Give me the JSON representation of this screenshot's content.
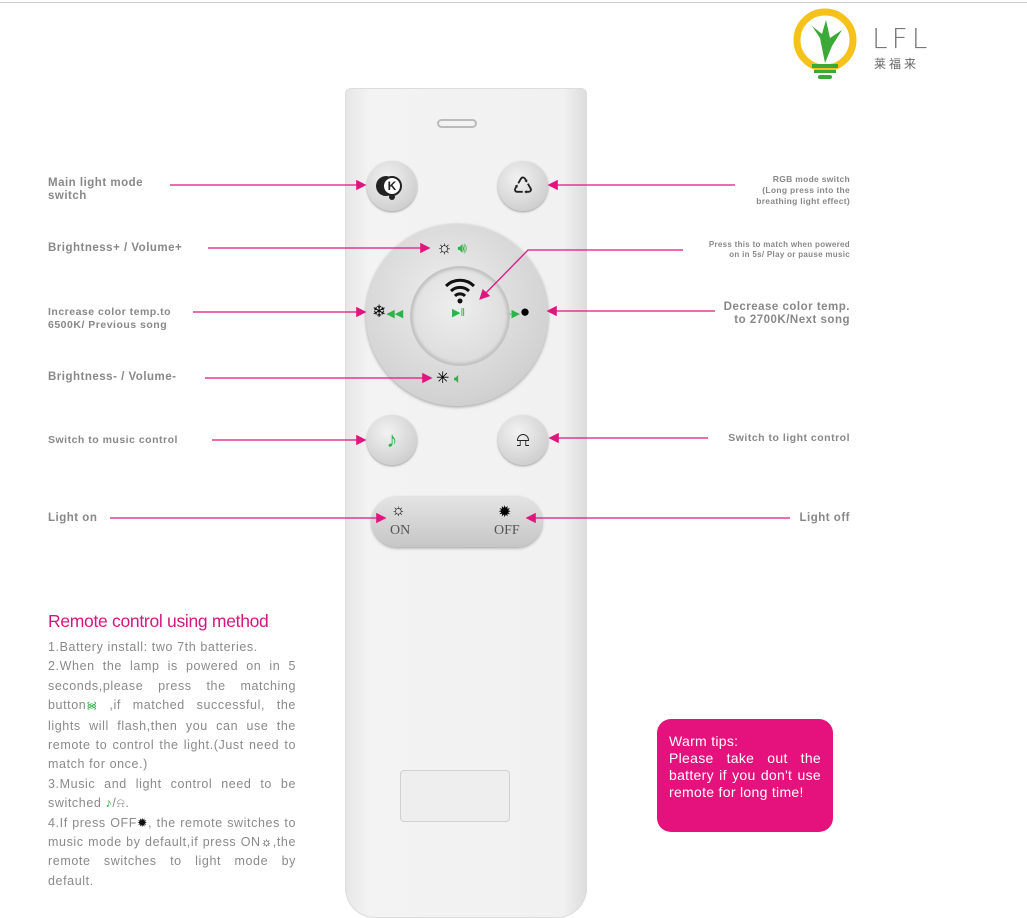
{
  "logo": {
    "brand": "LFL",
    "chinese": "莱福来"
  },
  "colors": {
    "accent": "#e5127d",
    "icon_green": "#2eb34a"
  },
  "labels_left": {
    "main_light": "Main light mode switch",
    "brightness_up": "Brightness+ / Volume+",
    "increase_temp_1": "Increase color temp.to",
    "increase_temp_2": "6500K/ Previous song",
    "brightness_down": "Brightness- / Volume-",
    "music_control": "Switch to music control",
    "light_on": "Light on"
  },
  "labels_right": {
    "rgb_1": "RGB mode switch",
    "rgb_2": "(Long press into the",
    "rgb_3": "breathing light effect)",
    "match_1": "Press this to match when powered",
    "match_2": "on in 5s/ Play or pause music",
    "decrease_1": "Decrease color temp.",
    "decrease_2": "to 2700K/Next song",
    "light_control": "Switch to light control",
    "light_off": "Light off"
  },
  "remote": {
    "on": "ON",
    "off": "OFF",
    "k": "K"
  },
  "instructions": {
    "title": "Remote control using method",
    "p1": "1.Battery install: two 7th batteries.",
    "p2a": "2.When the lamp is powered on in 5 seconds,please press the matching button",
    "p2b": " ,if matched successful, the lights will flash,then you can use the remote to control the light.(Just need to match for once.)",
    "p3": "3.Music and light control need to be switched",
    "p4a": "4.If press OFF",
    "p4b": ", the remote switches to music mode by default,if press ON",
    "p4c": ",the remote switches to light mode by default."
  },
  "tips": {
    "title": "Warm tips:",
    "body": "Please take out the battery if you don't use remote for long time!"
  }
}
